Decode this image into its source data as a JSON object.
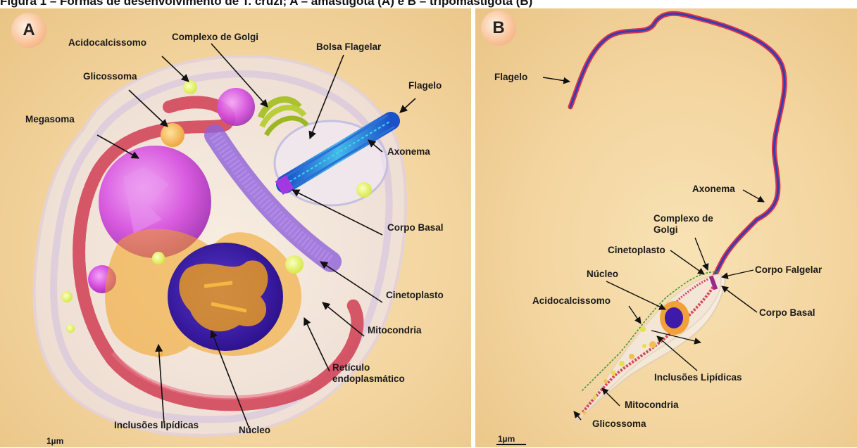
{
  "caption": "Figura 1 – Formas de desenvolvimento de T. cruzi; A – amastigota (A) e B – tripomastigota (B)",
  "panel_a": {
    "letter": "A",
    "scale_label": "1µm",
    "labels": {
      "acidocalcissomo": "Acidocalcissomo",
      "complexo_golgi": "Complexo de Golgi",
      "bolsa_flagelar": "Bolsa Flagelar",
      "flagelo": "Flagelo",
      "glicossoma": "Glicossoma",
      "megasoma": "Megasoma",
      "axonema": "Axonema",
      "corpo_basal": "Corpo Basal",
      "cinetoplasto": "Cinetoplasto",
      "mitocondria": "Mitocondria",
      "reticulo": "Retículo\nendoplasmático",
      "nucleo": "Núcleo",
      "inclusoes": "Inclusões lipídicas"
    }
  },
  "panel_b": {
    "letter": "B",
    "scale_label": "1µm",
    "labels": {
      "flagelo": "Flagelo",
      "axonema": "Axonema",
      "complexo_golgi": "Complexo de\nGolgi",
      "cinetoplasto": "Cinetoplasto",
      "nucleo": "Núcleo",
      "corpo_flagelar": "Corpo Falgelar",
      "acidocalcissomo": "Acidocalcissomo",
      "corpo_basal": "Corpo Basal",
      "inclusoes": "Inclusões Lipídicas",
      "mitocondria": "Mitocondria",
      "glicossoma": "Glicossoma"
    }
  },
  "colors": {
    "background": "#f3d49e",
    "cell_membrane": "#f4ece6",
    "mitochondria": "#d2475a",
    "megasome": "#d64fe0",
    "nucleus": "#3d1aa8",
    "chromatin": "#f1a11c",
    "golgi": "#a9c22e",
    "flagellum_red": "#d9314f",
    "flagellum_blue": "#2f3fb5",
    "axoneme": "#1d7fd4"
  }
}
